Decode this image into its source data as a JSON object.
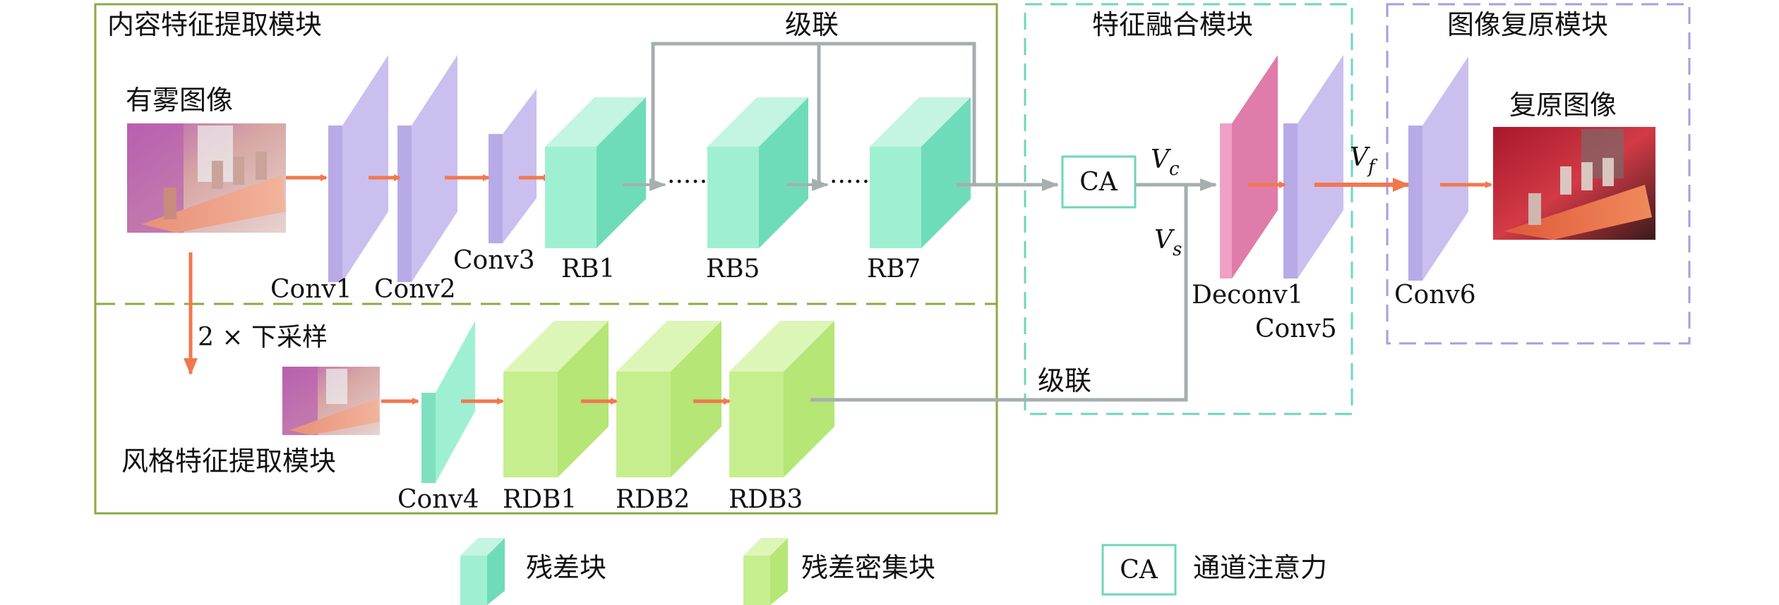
{
  "modules": {
    "content": "内容特征提取模块",
    "style": "风格特征提取模块",
    "fusion": "特征融合模块",
    "restore": "图像复原模块"
  },
  "images": {
    "hazy_title": "有雾图像",
    "restored_title": "复原图像"
  },
  "layers": {
    "conv1": "Conv1",
    "conv2": "Conv2",
    "conv3": "Conv3",
    "conv4": "Conv4",
    "conv5": "Conv5",
    "conv6": "Conv6",
    "deconv1": "Deconv1",
    "rb1": "RB1",
    "rb5": "RB5",
    "rb7": "RB7",
    "rdb1": "RDB1",
    "rdb2": "RDB2",
    "rdb3": "RDB3",
    "ca": "CA"
  },
  "labels": {
    "concat_top": "级联",
    "concat_bottom": "级联",
    "downsample": "2 × 下采样",
    "vc_main": "V",
    "vc_sub": "c",
    "vs_main": "V",
    "vs_sub": "s",
    "vf_main": "V",
    "vf_sub": "f",
    "ellipsis1": "·····",
    "ellipsis2": "·····"
  },
  "legend": {
    "residual_block": "残差块",
    "dense_residual_block": "残差密集块",
    "ca_box": "CA",
    "channel_attention": "通道注意力"
  },
  "colors": {
    "content_border": "#8aaa44",
    "fusion_border": "#6dd6bd",
    "restore_border": "#a99be0",
    "conv_purple": "#cbbff0",
    "rb_teal": "#86e6c7",
    "rdb_green": "#c6ee8e",
    "deconv_pink": "#e07fae",
    "arrow_orange": "#f2774f",
    "connector_gray": "#a6afb0"
  }
}
